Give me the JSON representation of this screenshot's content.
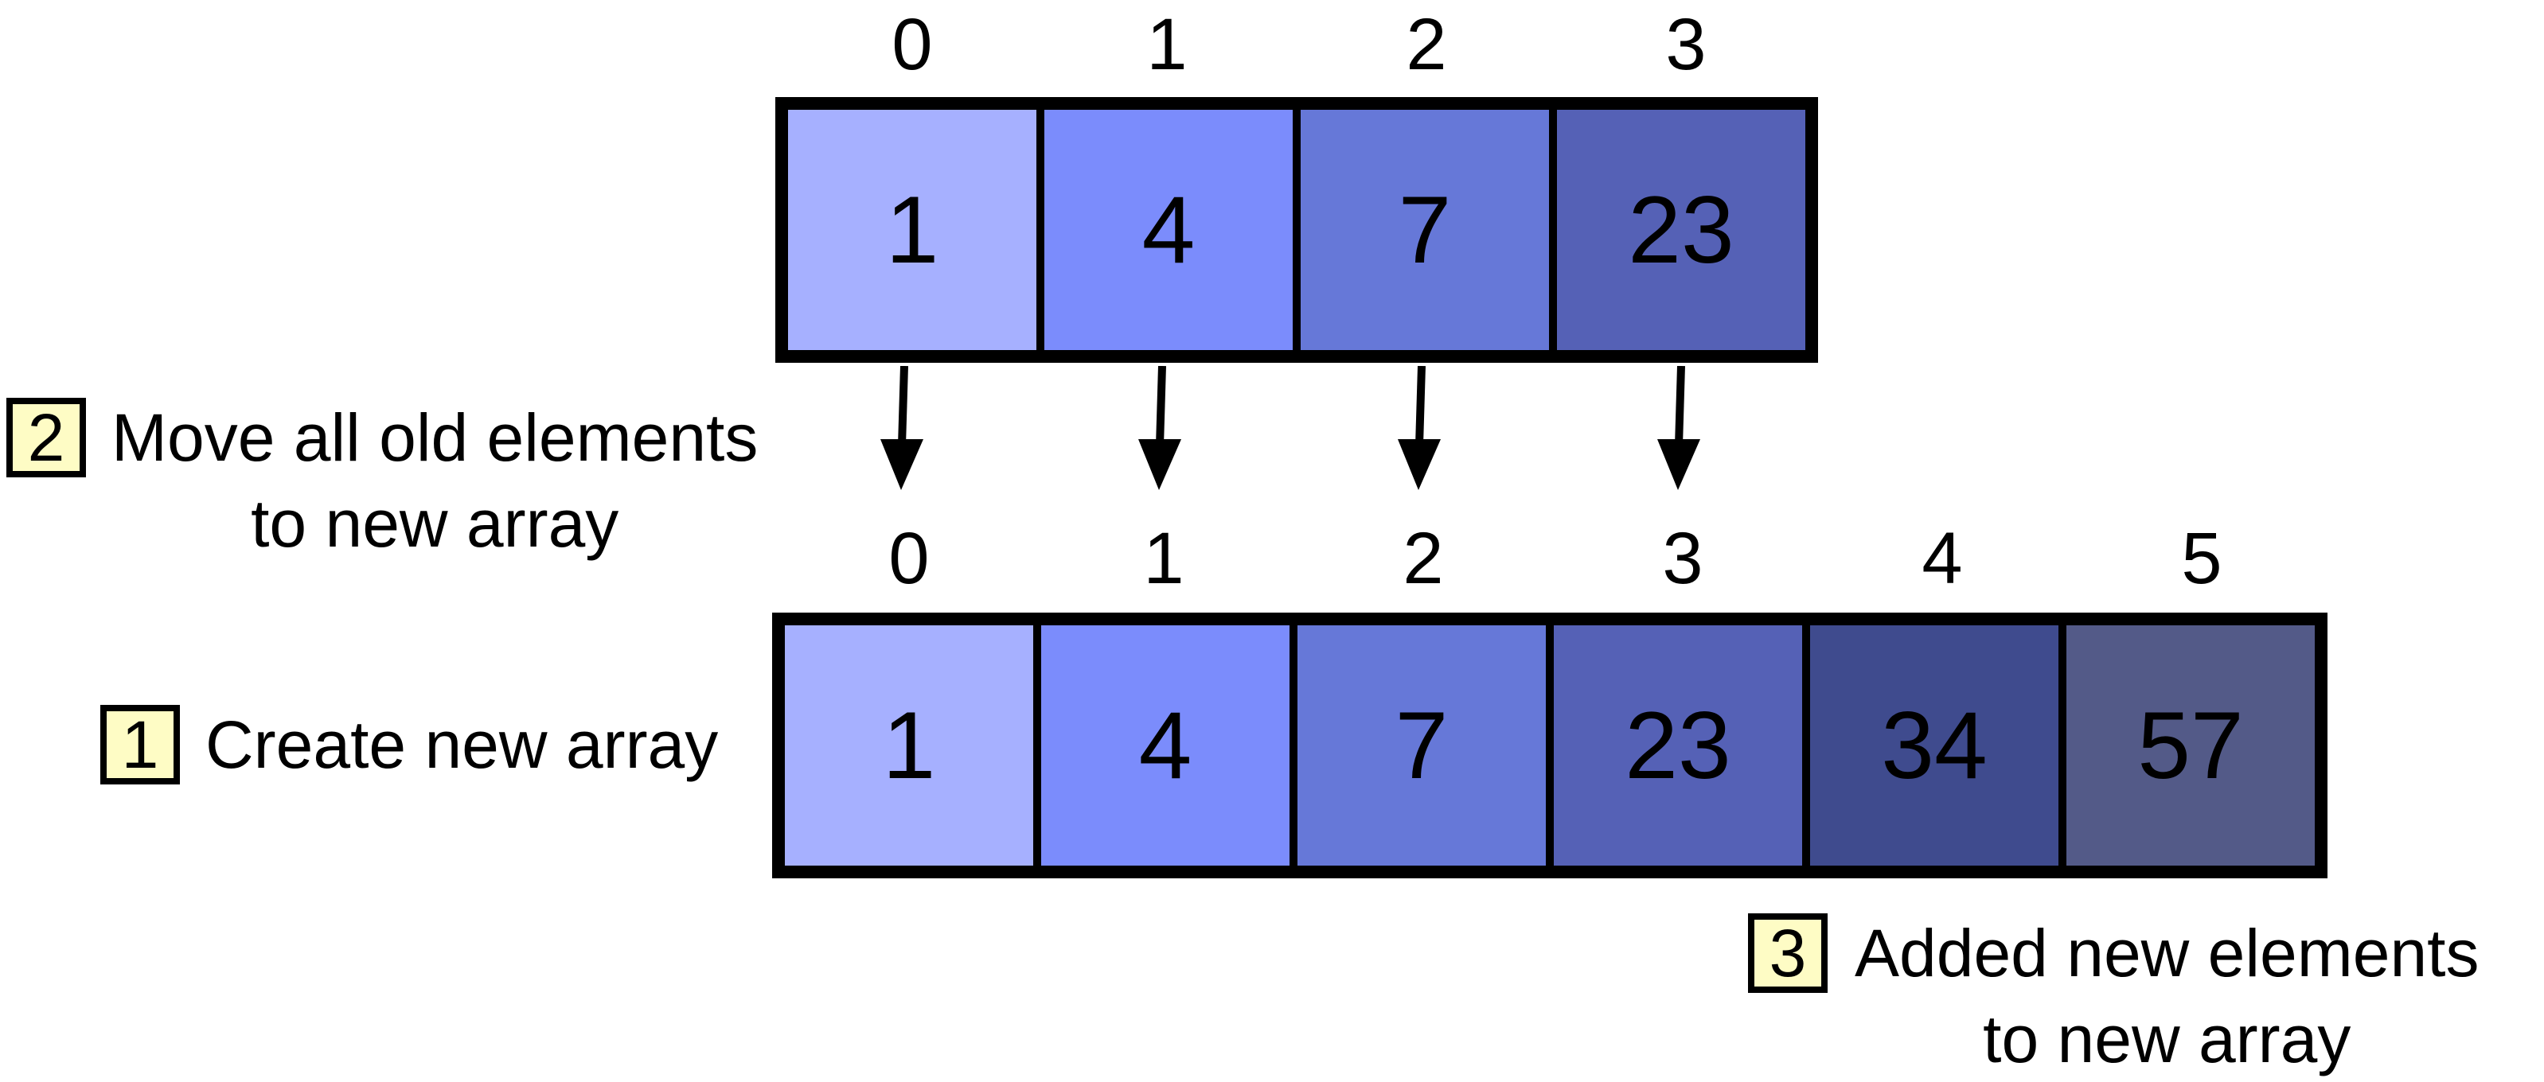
{
  "old_array": {
    "indices": [
      "0",
      "1",
      "2",
      "3"
    ],
    "values": [
      "1",
      "4",
      "7",
      "23"
    ]
  },
  "new_array": {
    "indices": [
      "0",
      "1",
      "2",
      "3",
      "4",
      "5"
    ],
    "values": [
      "1",
      "4",
      "7",
      "23",
      "34",
      "57"
    ]
  },
  "cell_colors": [
    "#a6b0ff",
    "#7b8cfc",
    "#6678d8",
    "#5561b6",
    "#3f4b8e",
    "#535a88"
  ],
  "badge_color": "#fefcc5",
  "steps": [
    {
      "number": "1",
      "lines": [
        "Create new array"
      ]
    },
    {
      "number": "2",
      "lines": [
        "Move all old elements",
        "to new array"
      ]
    },
    {
      "number": "3",
      "lines": [
        "Added new elements",
        "to new array"
      ]
    }
  ],
  "arrows": {
    "count": 4,
    "icon": "down-arrow-icon"
  }
}
